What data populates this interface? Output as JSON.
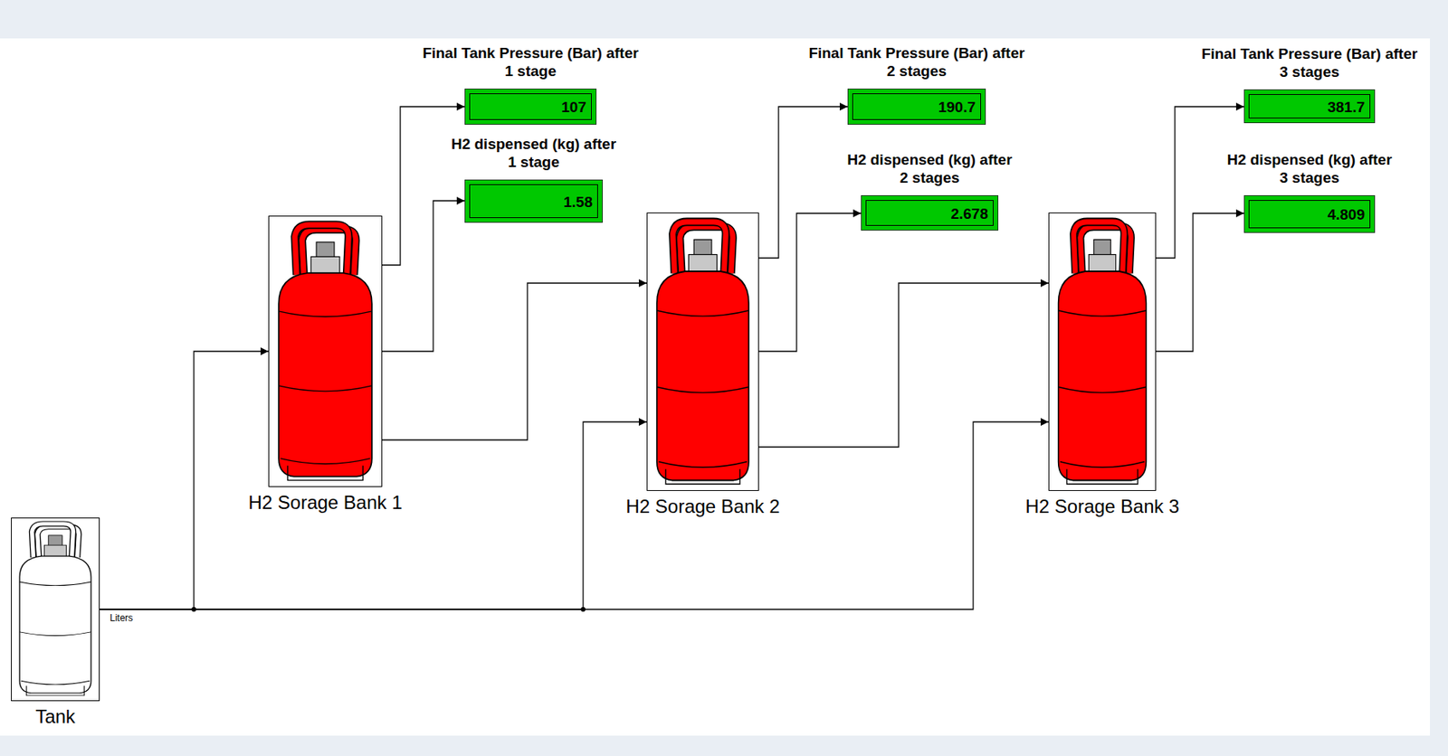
{
  "diagram": {
    "nodes": [
      {
        "text": [
          "H2 Sorage Bank 1"
        ]
      },
      {
        "text": [
          "Final Tank Pressure (Bar) after 1 stage",
          "107"
        ]
      },
      {
        "text": [
          "H2 dispensed (kg) after 1 stage",
          "1.58"
        ]
      },
      {
        "text": [
          "H2 Sorage Bank 2"
        ]
      },
      {
        "text": [
          "Final Tank Pressure (Bar) after 2 stages",
          "190.7"
        ]
      },
      {
        "text": [
          "H2 dispensed (kg) after 2 stages",
          "2.678"
        ]
      },
      {
        "text": [
          "H2 Sorage Bank 3"
        ]
      },
      {
        "text": [
          "Final Tank Pressure (Bar) after 3 stages",
          "381.7"
        ]
      },
      {
        "text": [
          "H2 dispensed (kg) after 3 stages",
          "4.809"
        ]
      },
      {
        "text": [
          "Tank"
        ]
      }
    ],
    "edges": [
      {
        "from": 9,
        "to": 0,
        "arrow": "to"
      },
      {
        "from": 9,
        "to": 3,
        "arrow": "to"
      },
      {
        "from": 9,
        "to": 6,
        "arrow": "to"
      },
      {
        "from": 0,
        "to": 1,
        "arrow": "to"
      },
      {
        "from": 0,
        "to": 2,
        "arrow": "to"
      },
      {
        "from": 0,
        "to": 3,
        "arrow": "to"
      },
      {
        "from": 3,
        "to": 4,
        "arrow": "to"
      },
      {
        "from": 3,
        "to": 5,
        "arrow": "to"
      },
      {
        "from": 3,
        "to": 6,
        "arrow": "to"
      },
      {
        "from": 6,
        "to": 7,
        "arrow": "to"
      },
      {
        "from": 6,
        "to": 8,
        "arrow": "to"
      }
    ],
    "labels": [
      "Liters"
    ]
  }
}
